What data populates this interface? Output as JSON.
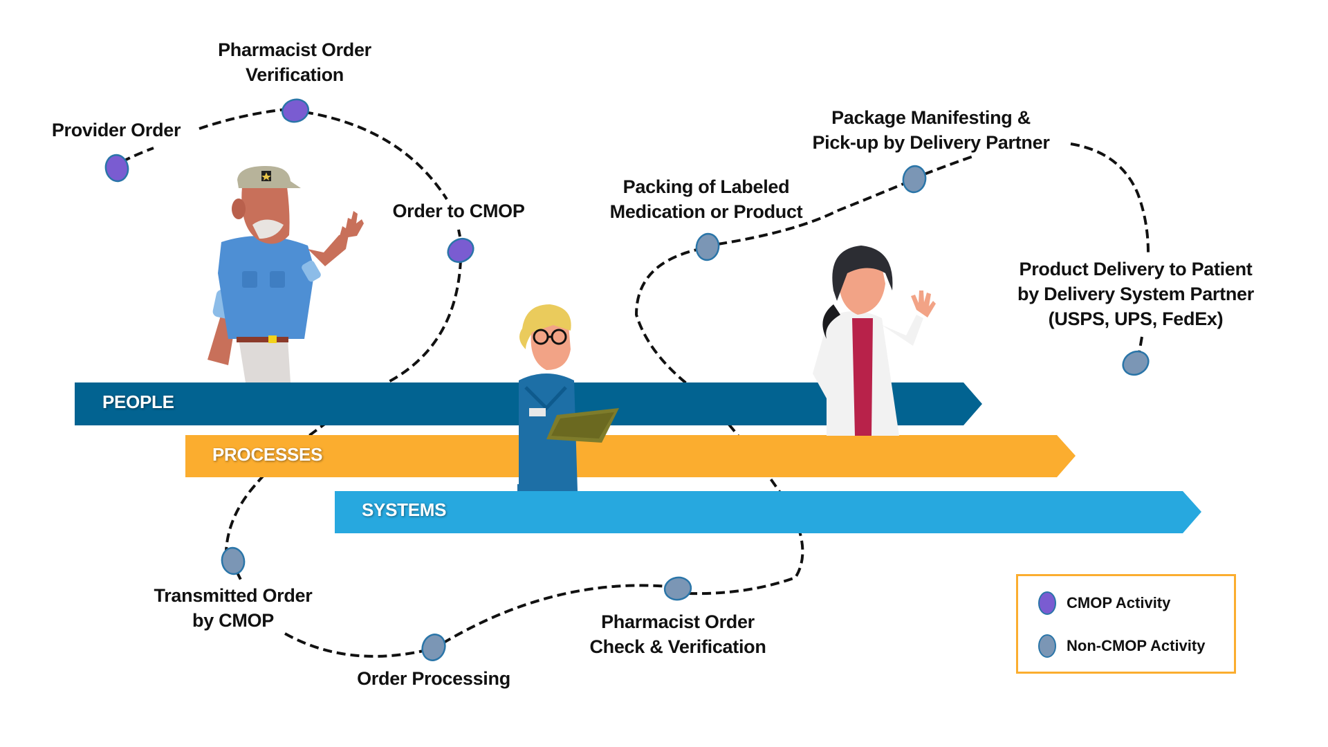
{
  "diagram": {
    "bands": [
      {
        "label": "PEOPLE",
        "color": "#026391"
      },
      {
        "label": "PROCESSES",
        "color": "#FBAD2F"
      },
      {
        "label": "SYSTEMS",
        "color": "#27A8DF"
      }
    ],
    "steps": [
      {
        "id": "provider-order",
        "lines": [
          "Provider Order"
        ],
        "type": "cmop"
      },
      {
        "id": "pharmacist-order-verification",
        "lines": [
          "Pharmacist Order",
          "Verification"
        ],
        "type": "cmop"
      },
      {
        "id": "order-to-cmop",
        "lines": [
          "Order to CMOP"
        ],
        "type": "cmop"
      },
      {
        "id": "transmitted-order",
        "lines": [
          "Transmitted Order",
          "by CMOP"
        ],
        "type": "non-cmop"
      },
      {
        "id": "order-processing",
        "lines": [
          "Order Processing"
        ],
        "type": "non-cmop"
      },
      {
        "id": "pharmacist-order-check",
        "lines": [
          "Pharmacist Order",
          "Check & Verification"
        ],
        "type": "non-cmop"
      },
      {
        "id": "packing",
        "lines": [
          "Packing of Labeled",
          "Medication or Product"
        ],
        "type": "non-cmop"
      },
      {
        "id": "package-manifesting",
        "lines": [
          "Package Manifesting &",
          "Pick-up by Delivery Partner"
        ],
        "type": "non-cmop"
      },
      {
        "id": "product-delivery",
        "lines": [
          "Product Delivery to Patient",
          "by Delivery System Partner",
          "(USPS, UPS, FedEx)"
        ],
        "type": "non-cmop"
      }
    ],
    "legend": {
      "items": [
        {
          "label": "CMOP Activity",
          "type": "cmop"
        },
        {
          "label": "Non-CMOP Activity",
          "type": "non-cmop"
        }
      ]
    },
    "colors": {
      "cmop": "#7A5CD1",
      "non_cmop": "#7B96B5",
      "dot_outline": "#2A75A8",
      "path": "#111111",
      "legend_border": "#FBAD2F"
    },
    "characters": [
      {
        "name": "veteran",
        "description": "veteran with army cap waving"
      },
      {
        "name": "nurse",
        "description": "nurse with clipboard"
      },
      {
        "name": "pharmacist",
        "description": "pharmacist in white coat waving"
      }
    ]
  }
}
